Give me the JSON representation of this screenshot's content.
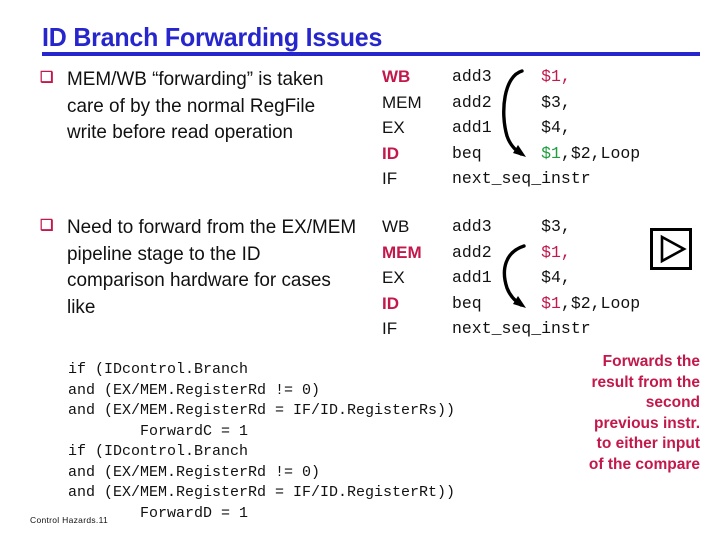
{
  "slide": {
    "title": "ID Branch Forwarding Issues",
    "footer": "Control Hazards.11",
    "accent_blue": "#2626CC",
    "accent_crimson": "#C2184B",
    "accent_green": "#1E9E3C",
    "text_black": "#111111"
  },
  "bullets": [
    {
      "marker": "❏",
      "text": "MEM/WB “forwarding” is taken care of by the normal RegFile write before read operation"
    },
    {
      "marker": "❏",
      "text": "Need to forward from the EX/MEM pipeline stage to the ID comparison hardware for cases like"
    }
  ],
  "pipeline_examples": [
    {
      "stages": [
        {
          "label": "WB",
          "highlight": true
        },
        {
          "label": "MEM",
          "highlight": false
        },
        {
          "label": "EX",
          "highlight": false
        },
        {
          "label": "ID",
          "highlight": true
        },
        {
          "label": "IF",
          "highlight": false
        }
      ],
      "instructions": [
        {
          "mnemonic": "add3",
          "operands": [
            {
              "text": "$1,",
              "color": "red"
            }
          ]
        },
        {
          "mnemonic": "add2",
          "operands": [
            {
              "text": "$3,",
              "color": "dark"
            }
          ]
        },
        {
          "mnemonic": "add1",
          "operands": [
            {
              "text": "$4,",
              "color": "dark"
            }
          ]
        },
        {
          "mnemonic": "beq",
          "operands": [
            {
              "text": "$1",
              "color": "green"
            },
            {
              "text": ",$2,Loop",
              "color": "dark"
            }
          ]
        },
        {
          "mnemonic": "next_seq_instr",
          "operands": []
        }
      ],
      "arrow": {
        "from_row": 0,
        "to_row": 3,
        "description": "forward-arrow-wb-to-id"
      }
    },
    {
      "stages": [
        {
          "label": "WB",
          "highlight": false
        },
        {
          "label": "MEM",
          "highlight": true
        },
        {
          "label": "EX",
          "highlight": false
        },
        {
          "label": "ID",
          "highlight": true
        },
        {
          "label": "IF",
          "highlight": false
        }
      ],
      "instructions": [
        {
          "mnemonic": "add3",
          "operands": [
            {
              "text": "$3,",
              "color": "dark"
            }
          ]
        },
        {
          "mnemonic": "add2",
          "operands": [
            {
              "text": "$1,",
              "color": "red"
            }
          ]
        },
        {
          "mnemonic": "add1",
          "operands": [
            {
              "text": "$4,",
              "color": "dark"
            }
          ]
        },
        {
          "mnemonic": "beq",
          "operands": [
            {
              "text": "$1",
              "color": "red"
            },
            {
              "text": ",$2,Loop",
              "color": "dark"
            }
          ]
        },
        {
          "mnemonic": "next_seq_instr",
          "operands": []
        }
      ],
      "arrow": {
        "from_row": 1,
        "to_row": 3,
        "description": "forward-arrow-mem-to-id"
      }
    }
  ],
  "code": {
    "lines": [
      "if (IDcontrol.Branch",
      "and (EX/MEM.RegisterRd != 0)",
      "and (EX/MEM.RegisterRd = IF/ID.RegisterRs))",
      "        ForwardC = 1",
      "if (IDcontrol.Branch",
      "and (EX/MEM.RegisterRd != 0)",
      "and (EX/MEM.RegisterRd = IF/ID.RegisterRt))",
      "        ForwardD = 1"
    ]
  },
  "caption": {
    "lines": [
      "Forwards the",
      "result from the",
      "second",
      "previous instr.",
      "to either input",
      "of the compare"
    ]
  },
  "marker_icon": {
    "name": "play-triangle-icon"
  }
}
